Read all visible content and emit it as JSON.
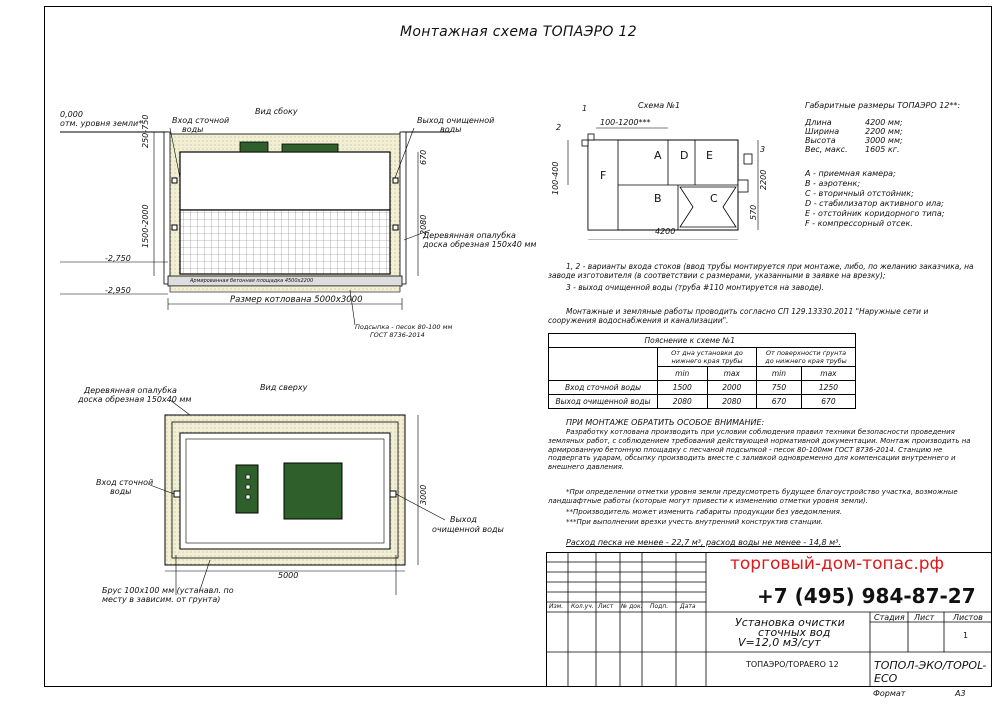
{
  "title": "Монтажная схема ТОПАЭРО 12",
  "side_view": {
    "label": "Вид сбоку",
    "ground_level": [
      "0,000",
      "отм. уровня земли*"
    ],
    "inlet": [
      "Вход сточной",
      "воды"
    ],
    "outlet": [
      "Выход очищенной",
      "воды"
    ],
    "formwork": [
      "Деревянная опалубка",
      "доска обрезная 150х40 мм"
    ],
    "level_2750": "-2,750",
    "level_2950": "-2,950",
    "dim_250_750": "250-750",
    "dim_1500_2000": "1500-2000",
    "dim_670": "670",
    "dim_2080": "2080",
    "pad": "Армированная бетонная площадка 4500х2200",
    "pit_size": "Размер котлована 5000х3000",
    "sand_bed": [
      "Подсыпка - песок 80-100 мм",
      "ГОСТ 8736-2014"
    ]
  },
  "top_view": {
    "label": "Вид сверху",
    "formwork": [
      "Деревянная опалубка",
      "доска обрезная 150х40 мм"
    ],
    "inlet": [
      "Вход сточной",
      "воды"
    ],
    "outlet": [
      "Выход",
      "очищенной воды"
    ],
    "beam": [
      "Брус 100х100 мм (устанавл. по",
      "месту в зависим. от грунта)"
    ],
    "dim_5000": "5000",
    "dim_3000": "3000"
  },
  "scheme1": {
    "label": "Схема №1",
    "n1": "1",
    "n2": "2",
    "n3": "3",
    "dim_top": "100-1200***",
    "dim_left": "100-400",
    "dim_2200": "2200",
    "dim_570": "570",
    "dim_4200": "4200",
    "sections": [
      "F",
      "A",
      "D",
      "E",
      "B",
      "C"
    ]
  },
  "dimensions": {
    "heading": "Габаритные размеры ТОПАЭРО 12**:",
    "rows": [
      [
        "Длина",
        "4200 мм;"
      ],
      [
        "Ширина",
        "2200 мм;"
      ],
      [
        "Высота",
        "3000 мм;"
      ],
      [
        "Вес, макс.",
        "1605 кг."
      ]
    ],
    "legend": [
      "А - приемная камера;",
      "В - аэротенк;",
      "С - вторичный отстойник;",
      "D - стабилизатор активного ила;",
      "E - отстойник коридорного типа;",
      "F - компрессорный отсек."
    ]
  },
  "notes": {
    "n12": "1, 2 - варианты входа стоков (ввод трубы монтируется при монтаже, либо, по желанию заказчика, на заводе изготовителя (в соответствии с размерами, указанными в заявке на врезку);",
    "n3": "3 - выход очищенной воды (труба #110 монтируется на заводе).",
    "works": "Монтажные и земляные работы проводить согласно СП 129.13330.2011 \"Наружные сети и сооружения водоснабжения и канализации\"."
  },
  "table": {
    "caption": "Пояснение к схеме №1",
    "h_bottom": "От дна установки до нижнего края трубы",
    "h_surface": "От поверхности грунта до нижнего края трубы",
    "min": "min",
    "max": "max",
    "r1": [
      "Вход сточной воды",
      "1500",
      "2000",
      "750",
      "1250"
    ],
    "r2": [
      "Выход очищенной воды",
      "2080",
      "2080",
      "670",
      "670"
    ]
  },
  "warning": {
    "head": "ПРИ МОНТАЖЕ ОБРАТИТЬ ОСОБОЕ ВНИМАНИЕ:",
    "body": "Разработку котлована производить при условии соблюдения правил техники безопасности проведения земляных работ, с соблюдением требований действующей нормативной документации. Монтаж производить на армированную бетонную площадку с песчаной подсыпкой - песок 80-100мм ГОСТ 8736-2014. Станцию не подвергать ударам, обсыпку производить вместе с заливкой одновременно для компенсации внутреннего и внешнего давления.",
    "f1": "*При определении отметки уровня земли предусмотреть будущее благоустройство участка, возможные ландшафтные работы (которые могут привести к изменению отметки уровня земли).",
    "f2": "**Производитель может изменить габариты продукции без уведомления.",
    "f3": "***При выполнении врезки учесть внутренний конструктив станции.",
    "sand": "Расход песка не менее - 22,7 м³, расход воды не менее - 14,8 м³."
  },
  "stamp": {
    "site": "торговый-дом-топас.рф",
    "phone": "+7 (495) 984-87-27",
    "cols": [
      "Изм.",
      "Кол.уч.",
      "Лист",
      "№ док.",
      "Подп.",
      "Дата"
    ],
    "name": [
      "Установка очистки",
      "сточных вод",
      "V=12,0 м3/сут"
    ],
    "stage": "Стадия",
    "sheet": "Лист",
    "sheets": "Листов",
    "sheets_val": "1",
    "code": "ТОПАЭРО/TOPAERO 12",
    "org": "ТОПОЛ-ЭКО/TOPOL-ECO",
    "format": "Формат",
    "format_val": "А3"
  },
  "colors": {
    "tank_green": "#2f5f2a",
    "sand": "#f3efd2",
    "red": "#e01818"
  }
}
